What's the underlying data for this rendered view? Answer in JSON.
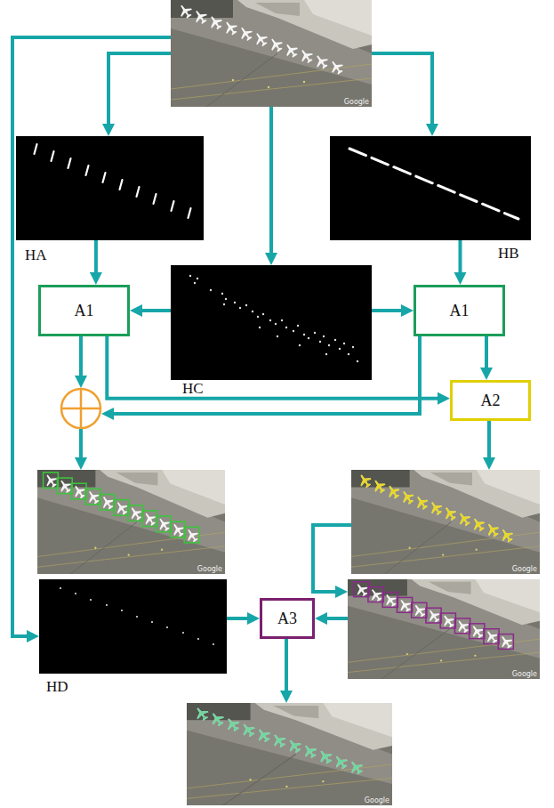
{
  "diagram": {
    "nodes": [
      {
        "text": [
          "HA"
        ]
      },
      {
        "text": [
          "HB"
        ]
      },
      {
        "text": [
          "A1"
        ]
      },
      {
        "text": [
          "HC"
        ]
      },
      {
        "text": [
          "A1"
        ]
      },
      {
        "text": [
          "A2"
        ]
      },
      {
        "text": [
          "HD"
        ]
      },
      {
        "text": [
          "A3"
        ]
      }
    ],
    "edges": [
      {
        "from": 0,
        "to": 2,
        "arrow": "to"
      },
      {
        "from": 1,
        "to": 4,
        "arrow": "to"
      },
      {
        "from": 3,
        "to": 2,
        "arrow": "to"
      },
      {
        "from": 3,
        "to": 4,
        "arrow": "to"
      },
      {
        "from": 4,
        "to": 5,
        "arrow": "to"
      },
      {
        "from": 2,
        "to": 5,
        "arrow": "to"
      },
      {
        "from": 6,
        "to": 7,
        "arrow": "to"
      }
    ],
    "labels": [
      "Google",
      "Google",
      "Google",
      "Google",
      "Google"
    ]
  }
}
